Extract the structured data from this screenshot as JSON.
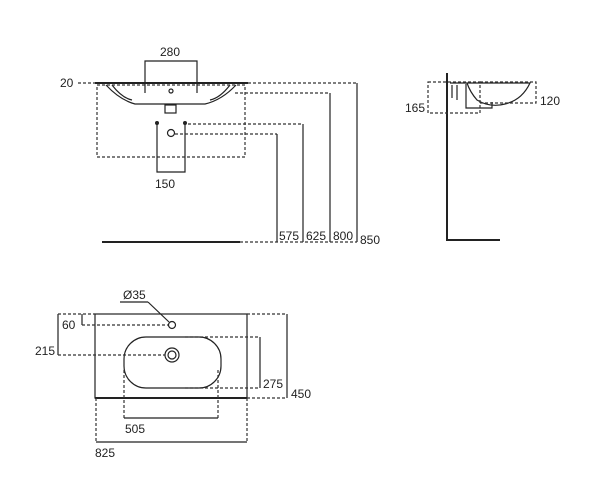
{
  "front_view": {
    "dims": {
      "rim_thickness": "20",
      "tap_spacing": "280",
      "pipe_spacing": "150",
      "d575": "575",
      "d625": "625",
      "d800": "800",
      "d850": "850"
    }
  },
  "side_view": {
    "dims": {
      "d165": "165",
      "d120": "120"
    }
  },
  "plan_view": {
    "dims": {
      "tap_hole": "Ø35",
      "d60": "60",
      "d215": "215",
      "d275": "275",
      "d450": "450",
      "d505": "505",
      "d825": "825"
    }
  }
}
